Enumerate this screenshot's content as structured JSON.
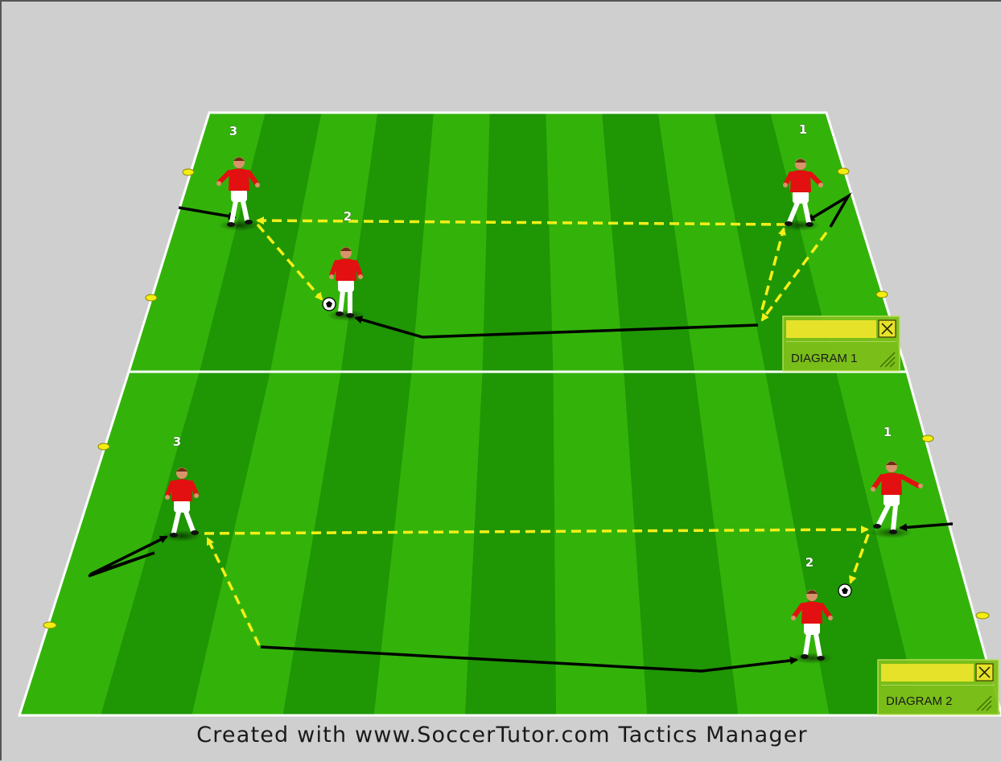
{
  "credit": "Created with www.SoccerTutor.com Tactics Manager",
  "colors": {
    "background": "#cfcfcf",
    "pitch_light": "#33b30a",
    "pitch_dark": "#1f9604",
    "pass_line": "#f4ef18",
    "run_line": "#000000",
    "player_shirt": "#e21010",
    "player_shorts": "#ffffff",
    "cone": "#f2ee10"
  },
  "diagrams": [
    {
      "label": "DIAGRAM 1",
      "players": [
        {
          "number": "1"
        },
        {
          "number": "2"
        },
        {
          "number": "3"
        }
      ]
    },
    {
      "label": "DIAGRAM 2",
      "players": [
        {
          "number": "1"
        },
        {
          "number": "2"
        },
        {
          "number": "3"
        }
      ]
    }
  ],
  "icons": {
    "close": "close-x-icon",
    "resize": "resize-grip-icon",
    "ball": "soccer-ball-icon",
    "cone": "cone-marker-icon"
  }
}
